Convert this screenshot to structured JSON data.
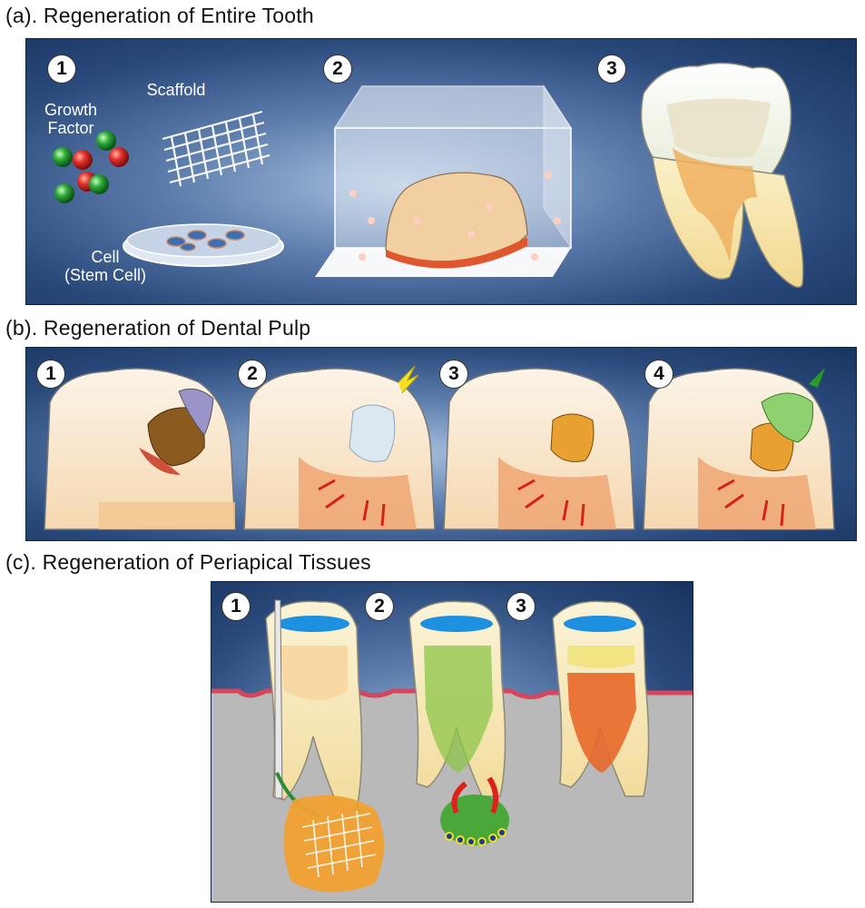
{
  "sections": {
    "a": {
      "title": "(a). Regeneration of Entire Tooth",
      "steps": [
        "1",
        "2",
        "3"
      ],
      "labels": {
        "growth_factor": "Growth\nFactor",
        "scaffold": "Scaffold",
        "cell": "Cell\n(Stem Cell)"
      }
    },
    "b": {
      "title": "(b). Regeneration of Dental Pulp",
      "steps": [
        "1",
        "2",
        "3",
        "4"
      ]
    },
    "c": {
      "title": "(c). Regeneration of Periapical Tissues",
      "steps": [
        "1",
        "2",
        "3"
      ]
    }
  },
  "colors": {
    "panel_dark": "#18335f",
    "panel_light": "#a8c0dd",
    "gum": "#d8445a",
    "bone": "#b9b9b9",
    "pulp_orange": "#f0892c",
    "pulp_green": "#8cc64a",
    "crown_blue": "#1e90e0",
    "growth_red": "#e0302a",
    "growth_green": "#2eaa3a"
  }
}
